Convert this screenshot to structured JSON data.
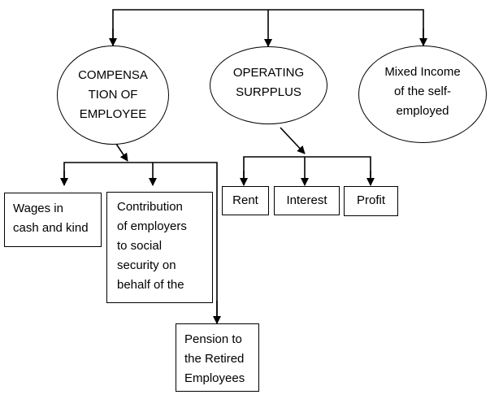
{
  "top_level": {
    "compensation": "COMPENSA\nTION OF\nEMPLOYEE",
    "operating_surplus": "OPERATING\nSURPPLUS",
    "mixed_income": "Mixed Income\nof the self-\nemployed"
  },
  "compensation_children": {
    "wages": "Wages in\ncash and kind",
    "contribution": "Contribution\nof employers\nto social\nsecurity on\nbehalf of the",
    "pension": "Pension to\nthe Retired\nEmployees"
  },
  "surplus_children": {
    "rent": "Rent",
    "interest": "Interest",
    "profit": "Profit"
  }
}
